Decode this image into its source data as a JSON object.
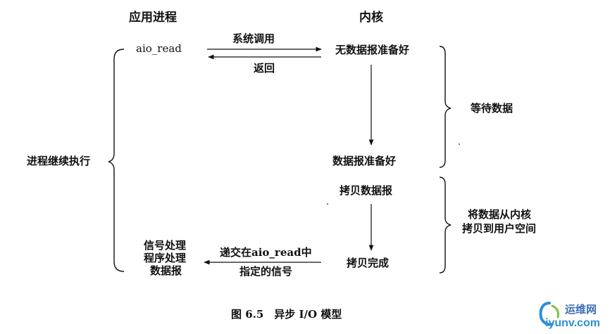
{
  "headers": {
    "app_process": "应用进程",
    "kernel": "内核"
  },
  "app_side": {
    "aio_read": "aio_read",
    "continue_exec": "进程继续执行",
    "signal_handler_lines": [
      "信号处理",
      "程序处理",
      "数据报"
    ]
  },
  "messages": {
    "syscall": "系统调用",
    "return": "返回",
    "deliver_signal_lines": [
      "递交在aio_read中",
      "指定的信号"
    ]
  },
  "kernel_side": {
    "no_datagram": "无数据报准备好",
    "datagram_ready": "数据报准备好",
    "copy_datagram": "拷贝数据报",
    "copy_done": "拷贝完成"
  },
  "phases": {
    "wait_data": "等待数据",
    "copy_lines": [
      "将数据从内核",
      "拷贝到用户空间"
    ]
  },
  "caption": "图 6.5　异步 I/O 模型",
  "watermark": {
    "name": "运维网",
    "domain": "iyunv.com"
  }
}
